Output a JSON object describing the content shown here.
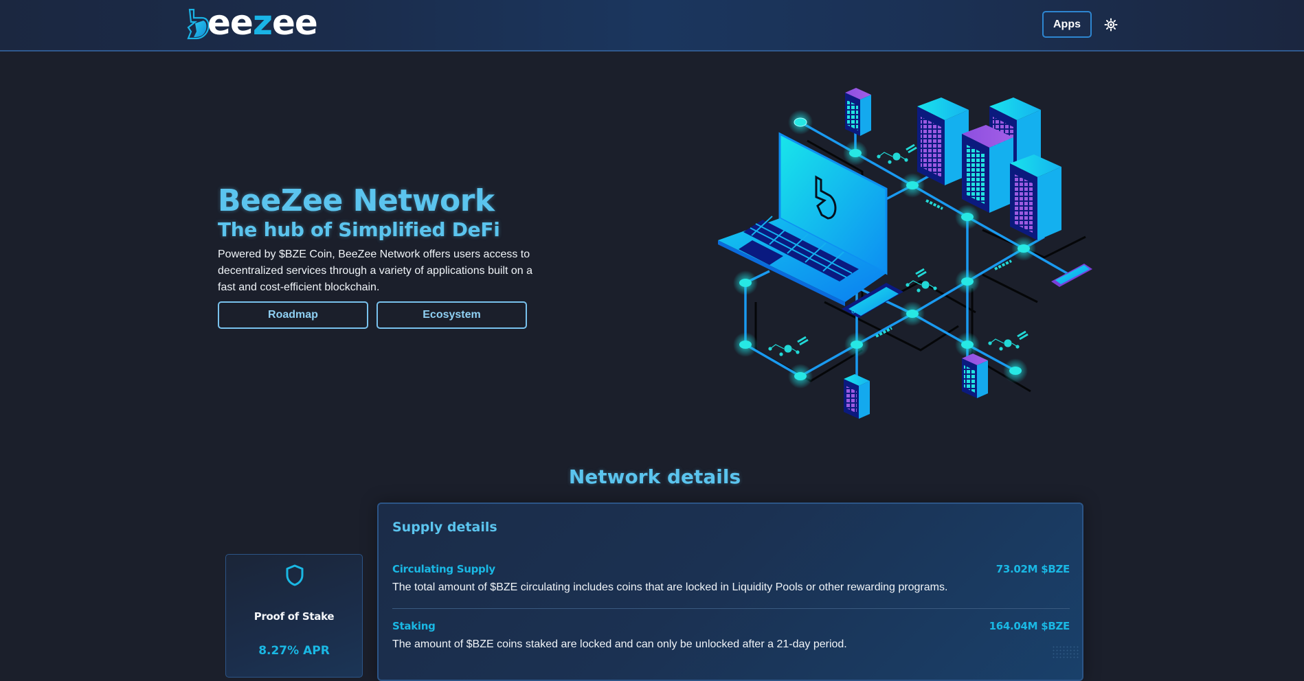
{
  "header": {
    "logo": {
      "prefix_glyph": "b-mark-icon",
      "text_part1": "ee",
      "text_accent": "z",
      "text_part2": "ee"
    },
    "apps_label": "Apps",
    "theme_icon": "sun-icon"
  },
  "hero": {
    "title": "BeeZee Network",
    "subtitle": "The hub of Simplified DeFi",
    "description": "Powered by $BZE Coin, BeeZee Network offers users access to decentralized services through a variety of applications built on a fast and cost-efficient blockchain.",
    "buttons": [
      {
        "label": "Roadmap"
      },
      {
        "label": "Ecosystem"
      }
    ],
    "illustration": "isometric-blockchain-network-illustration"
  },
  "network": {
    "title": "Network details",
    "supply": {
      "title": "Supply details",
      "rows": [
        {
          "label": "Circulating Supply",
          "value": "73.02M $BZE",
          "description": "The total amount of $BZE circulating includes coins that are locked in Liquidity Pools or other rewarding programs."
        },
        {
          "label": "Staking",
          "value": "164.04M $BZE",
          "description": "The amount of $BZE coins staked are locked and can only be unlocked after a 21-day period."
        }
      ]
    },
    "consensus": {
      "icon": "shield-icon",
      "title": "Proof of Stake",
      "value": "8.27% APR"
    }
  },
  "colors": {
    "background": "#1b1f2b",
    "accent": "#5bc4ee",
    "value_accent": "#1ab8e4",
    "border": "#2c5587"
  }
}
